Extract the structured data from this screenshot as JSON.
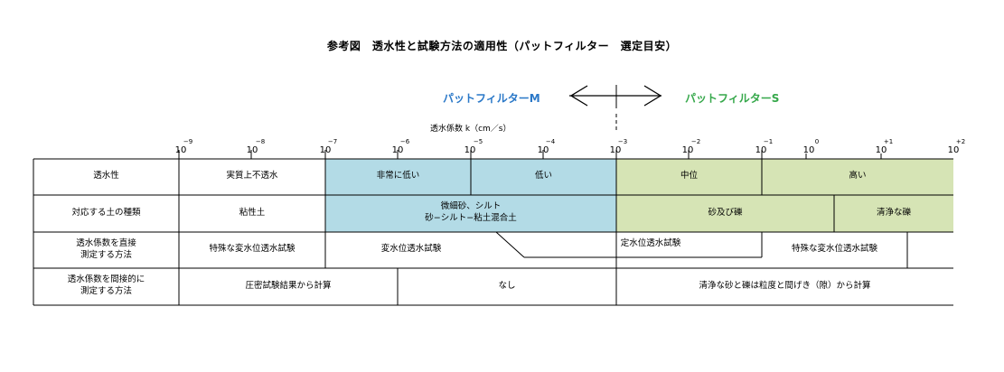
{
  "title": "参考図　透水性と試験方法の適用性（パットフィルター　選定目安）",
  "filter_m": "パットフィルターM",
  "filter_s": "パットフィルターS",
  "coefficient_label": "透水係数 k（cm／s）",
  "scale": [
    {
      "base": "10",
      "exp": "−9"
    },
    {
      "base": "10",
      "exp": "−8"
    },
    {
      "base": "10",
      "exp": "−7"
    },
    {
      "base": "10",
      "exp": "−6"
    },
    {
      "base": "10",
      "exp": "−5"
    },
    {
      "base": "10",
      "exp": "−4"
    },
    {
      "base": "10",
      "exp": "−3"
    },
    {
      "base": "10",
      "exp": "−2"
    },
    {
      "base": "10",
      "exp": "−1"
    },
    {
      "base": "10",
      "exp": "0"
    },
    {
      "base": "10",
      "exp": "+1"
    },
    {
      "base": "10",
      "exp": "+2"
    }
  ],
  "rows": {
    "permeability": {
      "header": "透水性",
      "impermeable": "実質上不透水",
      "very_low": "非常に低い",
      "low": "低い",
      "medium": "中位",
      "high": "高い"
    },
    "soil": {
      "header": "対応する土の種類",
      "clay": "粘性土",
      "fine_line1": "微細砂、シルト",
      "fine_line2": "砂−シルト−粘土混合土",
      "sand_gravel": "砂及び礫",
      "clean_gravel": "清浄な礫"
    },
    "direct": {
      "header_line1": "透水係数を直接",
      "header_line2": "測定する方法",
      "special_falling_left": "特殊な変水位透水試験",
      "falling": "変水位透水試験",
      "constant": "定水位透水試験",
      "special_falling_right": "特殊な変水位透水試験"
    },
    "indirect": {
      "header_line1": "透水係数を間接的に",
      "header_line2": "測定する方法",
      "consolidation": "圧密試験結果から計算",
      "none": "なし",
      "grain_size": "清浄な砂と礫は粒度と間げき（隙）から計算"
    }
  },
  "colors": {
    "blue_region": "#b3dbe6",
    "green_region": "#d6e4b5",
    "filter_m": "#2a78c8",
    "filter_s": "#36a84b"
  }
}
